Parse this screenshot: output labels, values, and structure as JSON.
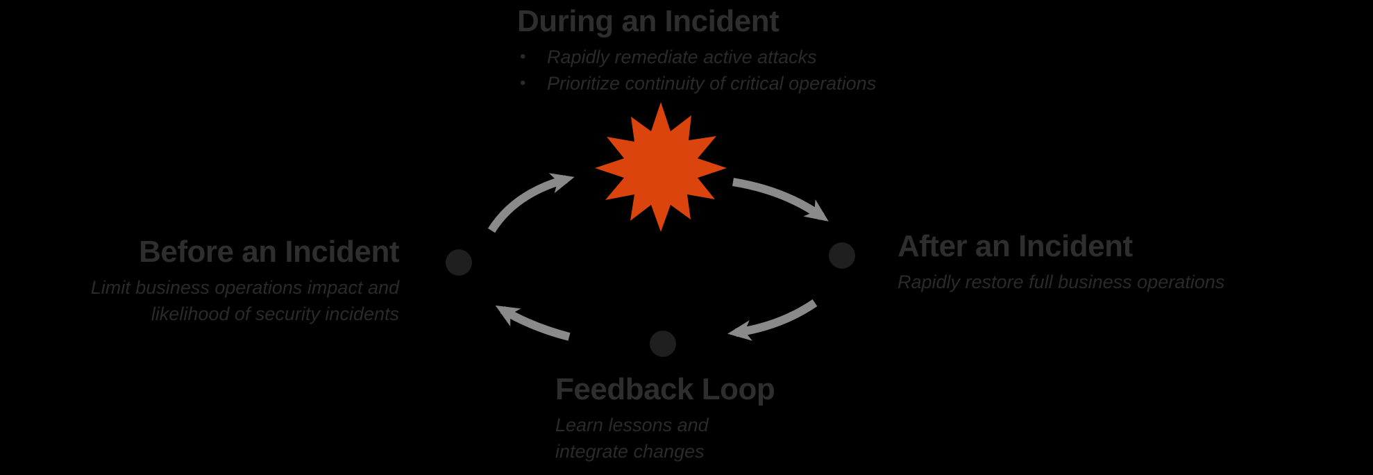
{
  "sections": {
    "during": {
      "title": "During an Incident",
      "bullets": [
        "Rapidly remediate active attacks",
        "Prioritize continuity of critical operations"
      ]
    },
    "before": {
      "title": "Before an Incident",
      "lines": [
        "Limit business operations impact and",
        "likelihood of security incidents"
      ]
    },
    "after": {
      "title": "After an Incident",
      "lines": [
        "Rapidly restore full business operations"
      ]
    },
    "feedback": {
      "title": "Feedback Loop",
      "lines": [
        "Learn lessons and",
        "integrate changes"
      ]
    }
  },
  "icons": {
    "bullet": "•",
    "burst": "explosion-burst-icon",
    "arrow": "curved-arrow-icon",
    "dot": "node-dot-icon"
  },
  "colors": {
    "background": "#000000",
    "heading_text": "#2e2e2e",
    "body_text": "#2a2a2a",
    "arrow": "#8a8a8a",
    "burst": "#db440c",
    "node_dot": "#1f1f1f"
  }
}
